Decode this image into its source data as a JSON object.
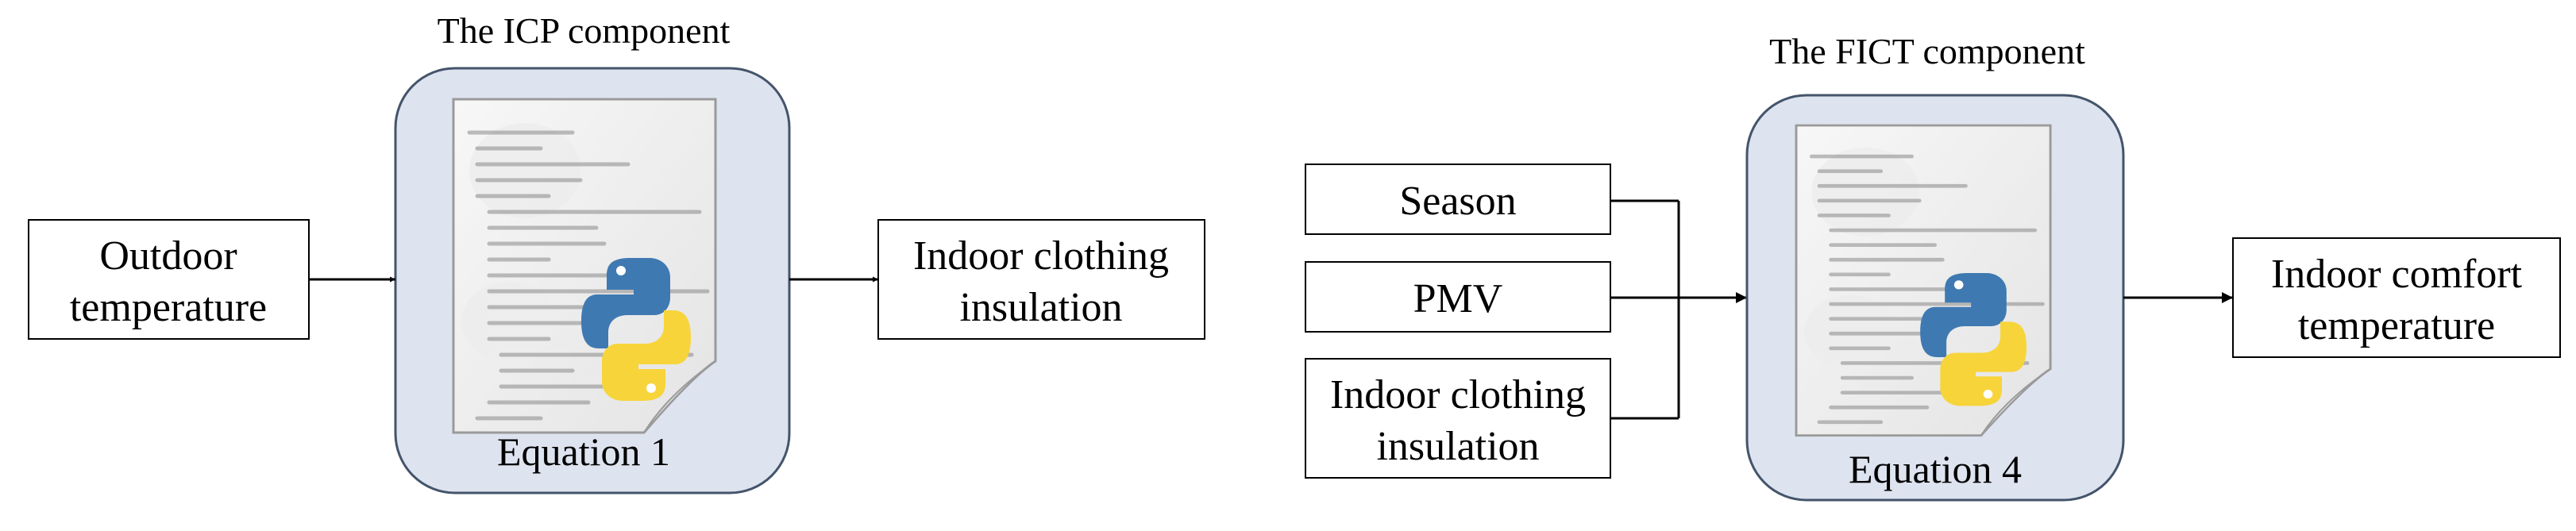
{
  "icp": {
    "title": "The ICP component",
    "equation_label": "Equation 1",
    "input_line1": "Outdoor",
    "input_line2": "temperature",
    "output_line1": "Indoor clothing",
    "output_line2": "insulation"
  },
  "fict": {
    "title": "The FICT component",
    "equation_label": "Equation 4",
    "input_season": "Season",
    "input_pmv": "PMV",
    "input_clothing_line1": "Indoor clothing",
    "input_clothing_line2": "insulation",
    "output_line1": "Indoor comfort",
    "output_line2": "temperature"
  },
  "icons": {
    "script_icon": "python-script-file-icon"
  },
  "colors": {
    "component_fill": "#dde3ef",
    "component_stroke": "#44546a",
    "python_blue": "#3f79b2",
    "python_yellow": "#f7d43a"
  }
}
